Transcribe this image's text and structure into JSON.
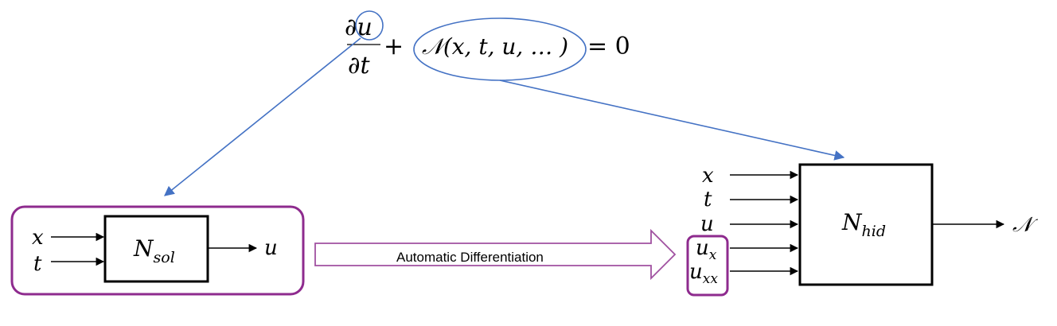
{
  "equation": {
    "du_num": "∂u",
    "dt_den": "∂t",
    "plus": "+",
    "operator": "𝒩(x, t, u, … )",
    "equals_zero": "= 0"
  },
  "solution_net": {
    "inputs": [
      "x",
      "t"
    ],
    "box_main": "N",
    "box_sub": "sol",
    "output": "u"
  },
  "arrow_label": "Automatic Differentiation",
  "hidden_net": {
    "inputs": [
      "x",
      "t",
      "u"
    ],
    "diff_inputs": [
      {
        "main": "u",
        "sub": "x"
      },
      {
        "main": "u",
        "sub": "xx"
      }
    ],
    "box_main": "N",
    "box_sub": "hid",
    "output": "𝒩"
  },
  "colors": {
    "link_blue": "#4472C4",
    "group_purple": "#8E2B8E",
    "ink": "#000000"
  }
}
